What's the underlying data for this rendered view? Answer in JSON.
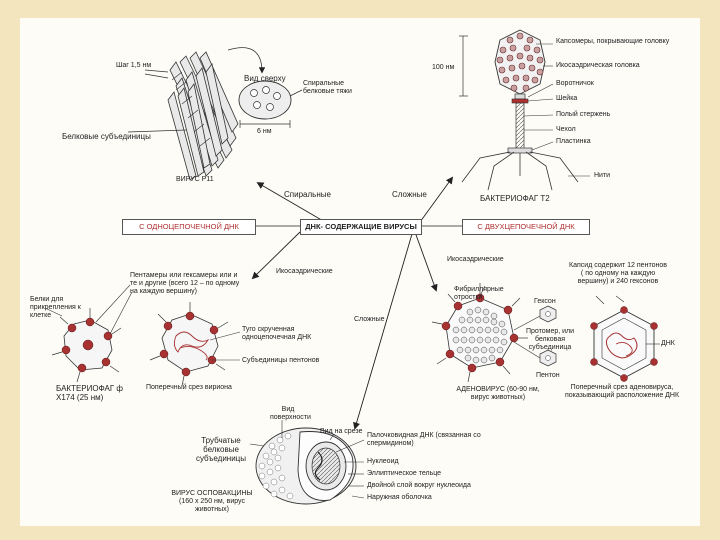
{
  "virus_m13": {
    "step_label": "Шаг 1,5 нм",
    "top_view_label": "Вид сверху",
    "spiral_strands_label": "Спиральные белковые тяжи",
    "width_label": "6 нм",
    "subunits_label": "Белковые субъединицы",
    "name_label": "ВИРУС Р11"
  },
  "t2": {
    "size_label": "100 нм",
    "capsomeres_label": "Капсомеры, покрывающие головку",
    "head_label": "Икосаэдрическая головка",
    "collar_label": "Воротничок",
    "neck_label": "Шейка",
    "core_label": "Полый стержень",
    "sheath_label": "Чехол",
    "plate_label": "Пластинка",
    "fibers_label": "Нити",
    "name_label": "БАКТЕРИОФАГ Т2"
  },
  "center": {
    "spiral_label": "Спиральные",
    "complex_top_label": "Сложные",
    "left_banner": "С ОДНОЦЕПОЧЕЧНОЙ ДНК",
    "main_banner": "ДНК- СОДЕРЖАЩИЕ ВИРУСЫ",
    "right_banner": "С ДВУХЦЕПОЧЕЧНОЙ ДНК",
    "icosa_left_label": "Икосаэдрические",
    "icosa_right_label": "Икосаэдрические",
    "complex_bottom_label": "Сложные"
  },
  "phix": {
    "pentamers_label": "Пентамеры или гексамеры или и те и другие (всего 12 – по одному на каждую вершину)",
    "attach_label": "Белки для прикрепления к клетке",
    "coiled_label": "Туго скрученная одноцепочечная ДНК",
    "penton_subunits_label": "Субъединицы пентонов",
    "name_label": "БАКТЕРИОФАГ ф Х174 (25 нм)",
    "section_label": "Поперечный срез вириона"
  },
  "adeno": {
    "fibrillar_label": "Фибриллярные отростки",
    "capsid_label": "Капсид содержит 12 пентонов ( по одному на каждую вершину) и 240 гексонов",
    "hexon_label": "Гексон",
    "protomer_label": "Протомер, или белковая субъединица",
    "penton_label": "Пентон",
    "dna_label": "ДНК",
    "name_label": "АДЕНОВИРУС (60-90 нм, вирус животных)",
    "section_label": "Поперечный срез аденовируса, показывающий расположение ДНК"
  },
  "pox": {
    "surface_label": "Вид поверхности",
    "section_view_label": "Вид на срезе",
    "tubular_label": "Трубчатые белковые субъединицы",
    "rod_dna_label": "Палочковидная ДНК (связанная со спермидином)",
    "nucleoid_label": "Нуклеоид",
    "elliptic_label": "Эллиптическое тельце",
    "double_layer_label": "Двойной слой вокруг нуклеоида",
    "outer_label": "Наружная оболочка",
    "name_label": "ВИРУС ОСПОВАКЦИНЫ (160 х 250 нм, вирус животных)"
  }
}
